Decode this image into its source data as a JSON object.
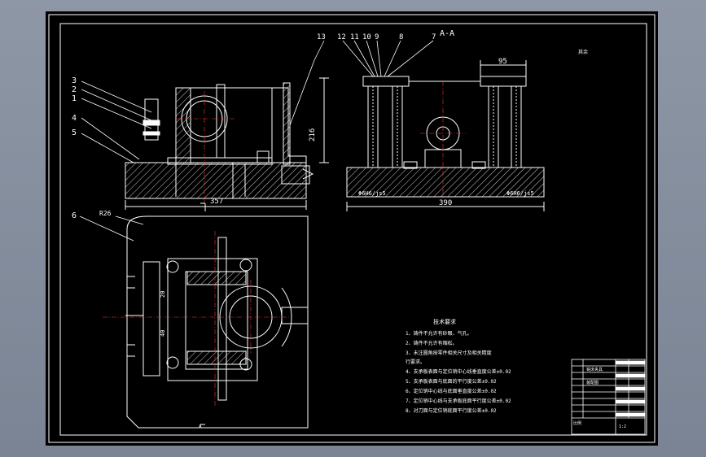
{
  "title_aa": "A-A",
  "callouts_top": [
    "12",
    "11",
    "10",
    "9",
    "8",
    "7"
  ],
  "callout_13": "13",
  "callouts_left": [
    "3",
    "2",
    "1",
    "4",
    "5"
  ],
  "callout_6": "6",
  "dim_357": "357",
  "dim_216": "216",
  "dim_390": "390",
  "dim_95": "95",
  "dim_r26": "R26",
  "dim_20": "20",
  "dim_40": "40",
  "fit_left": "Φ6H6/js5",
  "fit_right": "Φ6H6/js5",
  "roughness_note": "其余",
  "section_mark": "A",
  "tech_title": "技术要求",
  "tech_items": [
    "1、铸件不允许有砂眼、气孔。",
    "2、铸件不允许有缩松。",
    "3、未注圆角按零件相关尺寸及相关精度",
    "行要求。",
    "4、支承板表面与定位销中心线垂直度公差±0.02",
    "5、支承板表面与底面的平行度公差±0.02",
    "6、定位销中心线与底面垂直度公差±0.02",
    "7、定位销中心线与支承板底面平行度公差±0.02",
    "8、对刀面与定位销底面平行度公差±0.02"
  ],
  "title_block": [
    "铣床夹具",
    "装配图",
    "比例",
    "1:2"
  ],
  "colors": {
    "line": "#ffffff",
    "center": "#ff3030",
    "sheet": "#000000",
    "bg": "#8b94a3"
  }
}
